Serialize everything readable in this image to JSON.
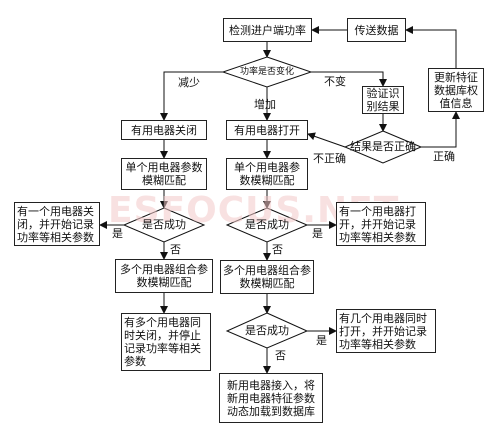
{
  "nodes": {
    "detect_power": "检测进户端功率",
    "send_data": "传送数据",
    "update_db": "更新特征数据库权值信息",
    "power_change_q": "功率是否变化",
    "verify_result": "验证识别结果",
    "appliance_off": "有用电器关闭",
    "appliance_on": "有用电器打开",
    "result_correct_q": "结果是否正确",
    "single_fuzzy_left": "单个用电器参数模糊匹配",
    "single_fuzzy_right": "单个用电器参数模糊匹配",
    "success_q_left": "是否成功",
    "success_q_mid": "是否成功",
    "success_q_bottom": "是否成功",
    "one_off_record": "有一个用电器关闭，并开始记录功率等相关参数",
    "one_on_record": "有一个用电器打开，并开始记录功率等相关参数",
    "multi_combo_left": "多个用电器组合参数模糊匹配",
    "multi_combo_right": "多个用电器组合参数模糊匹配",
    "multi_off_stop": "有多个用电器同时关闭，并停止记录功率等相关参数",
    "several_on_record": "有几个用电器同时打开，并开始记录功率等相关参数",
    "new_appliance": "新用电器接入，将新用电器特征参数动态加载到数据库"
  },
  "edge_labels": {
    "decrease": "减少",
    "unchanged": "不变",
    "increase": "增加",
    "incorrect": "不正确",
    "correct": "正确",
    "yes_left": "是",
    "no_left": "否",
    "yes_mid": "是",
    "no_mid": "否",
    "yes_bottom": "是",
    "no_bottom": "否"
  },
  "watermark": "ESFOCUS.NET"
}
